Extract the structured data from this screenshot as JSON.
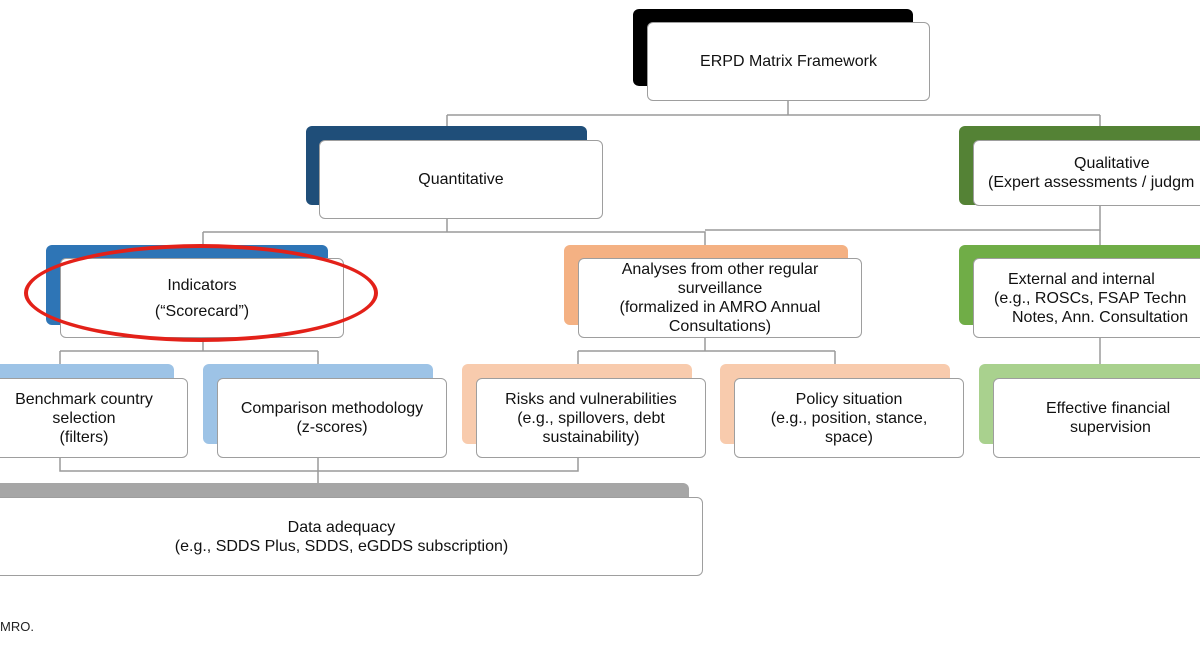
{
  "diagram": {
    "root": {
      "title": "ERPD Matrix Framework"
    },
    "quantitative": {
      "title": "Quantitative"
    },
    "qualitative": {
      "line1": "Qualitative",
      "line2": "(Expert assessments / judgm"
    },
    "indicators": {
      "line1": "Indicators",
      "line2": "(“Scorecard”)"
    },
    "analyses": {
      "line1": "Analyses from other regular",
      "line2": "surveillance",
      "line3": "(formalized in AMRO Annual",
      "line4": "Consultations)"
    },
    "external": {
      "line1": "External and internal",
      "line2": "(e.g., ROSCs, FSAP Techn",
      "line3": "Notes, Ann. Consultation"
    },
    "benchmark": {
      "line1": "Benchmark country",
      "line2": "selection",
      "line3": "(filters)"
    },
    "comparison": {
      "line1": "Comparison methodology",
      "line2": "(z-scores)"
    },
    "risks": {
      "line1": "Risks and vulnerabilities",
      "line2": "(e.g., spillovers, debt",
      "line3": "sustainability)"
    },
    "policy": {
      "line1": "Policy situation",
      "line2": "(e.g., position, stance,",
      "line3": "space)"
    },
    "supervision": {
      "line1": "Effective financial",
      "line2": "supervision"
    },
    "data_adequacy": {
      "line1": "Data adequacy",
      "line2": "(e.g., SDDS Plus, SDDS, eGDDS subscription)"
    }
  },
  "source_note": "MRO.",
  "colors": {
    "root_accent": "#000000",
    "quantitative_accent": "#1f4e79",
    "qualitative_accent": "#548235",
    "indicators_accent": "#2e75b6",
    "analyses_accent": "#f4b183",
    "external_accent": "#70ad47",
    "benchmark_accent": "#9dc3e6",
    "risks_accent": "#f8cbad",
    "supervision_accent": "#a9d18e",
    "data_accent": "#a6a6a6",
    "connector": "#a0a0a0",
    "highlight": "#e32119"
  }
}
